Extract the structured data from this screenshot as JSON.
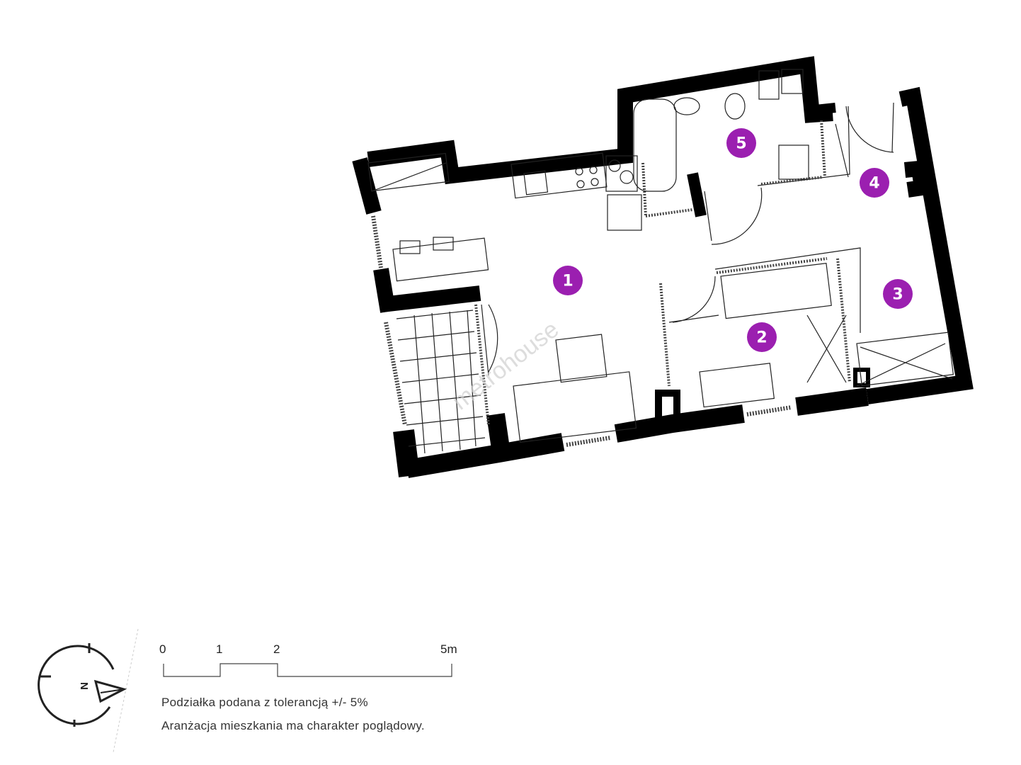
{
  "rooms": [
    {
      "number": "1"
    },
    {
      "number": "2"
    },
    {
      "number": "3"
    },
    {
      "number": "4"
    },
    {
      "number": "5"
    }
  ],
  "colors": {
    "room_marker": "#9b1fb0",
    "wall": "#000000"
  },
  "watermark": "metrohouse",
  "compass": {
    "label": "N"
  },
  "scale": {
    "ticks": [
      "0",
      "1",
      "2",
      "5m"
    ]
  },
  "notes": [
    "Podziałka podana z tolerancją +/- 5%",
    "Aranżacja mieszkania ma charakter poglądowy."
  ]
}
